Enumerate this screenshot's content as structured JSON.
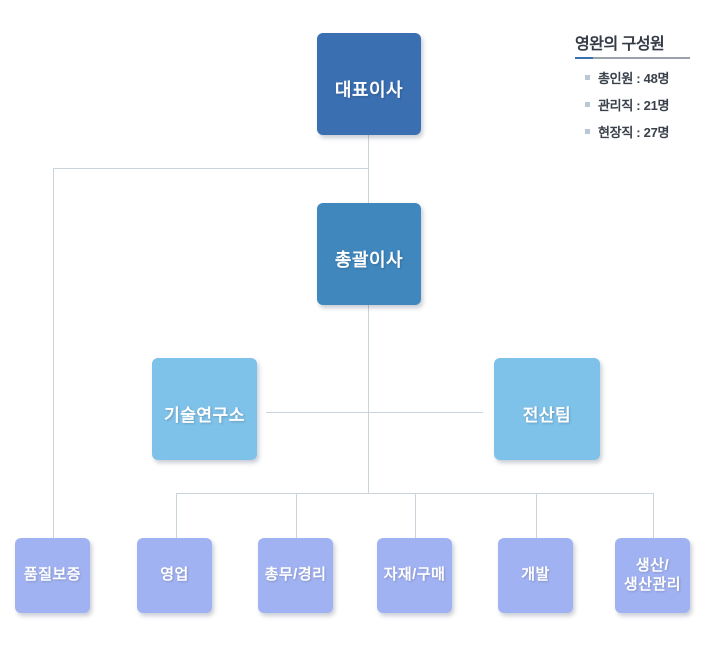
{
  "legend": {
    "title": "영완의 구성원",
    "items": [
      {
        "text": "총인원 : 48명"
      },
      {
        "text": "관리직 : 21명"
      },
      {
        "text": "현장직 : 27명"
      }
    ]
  },
  "org_chart": {
    "root": {
      "label": "대표이사",
      "color": "#3a6fb2"
    },
    "executive": {
      "label": "총괄이사",
      "color": "#3f87bd"
    },
    "staff_units": [
      {
        "label": "기술연구소",
        "color": "#7ec1e9"
      },
      {
        "label": "전산팀",
        "color": "#7ec1e9"
      }
    ],
    "departments": [
      {
        "label": "품질보증"
      },
      {
        "label": "영업"
      },
      {
        "label": "총무/경리"
      },
      {
        "label": "자재/구매"
      },
      {
        "label": "개발"
      },
      {
        "label": "생산/\n생산관리"
      }
    ],
    "department_color": "#a1b2f2",
    "connector_color": "#ccd4db"
  }
}
